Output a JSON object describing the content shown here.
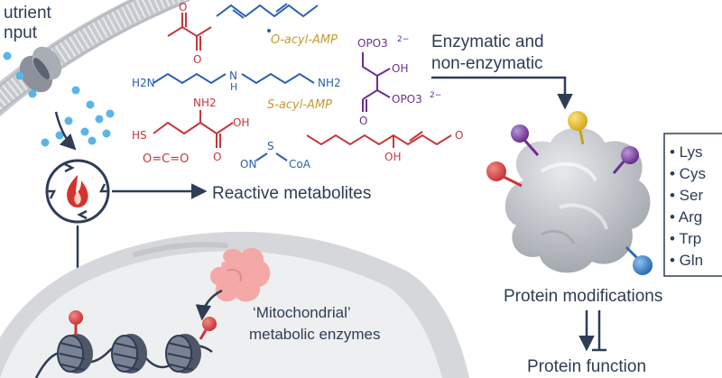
{
  "labels": {
    "nutrient_line1": "utrient",
    "nutrient_line2": "nput",
    "enzymatic_line1": "Enzymatic and",
    "enzymatic_line2": "non-enzymatic",
    "reactive_metabolites": "Reactive metabolites",
    "protein_modifications": "Protein modifications",
    "protein_function": "Protein function",
    "mito_enzymes_line1": "‘Mitochondrial’",
    "mito_enzymes_line2": "metabolic enzymes"
  },
  "chemistry": {
    "o_acyl_amp": "O-acyl-AMP",
    "s_acyl_amp": "S-acyl-AMP",
    "ketone_o": "O",
    "polyamine_h2n": "H2N",
    "polyamine_nh": "N",
    "polyamine_h": "H",
    "polyamine_nh2": "NH2",
    "cys_nh2": "NH2",
    "cys_sh": "HS",
    "cys_oh": "OH",
    "cys_o": "O",
    "co2": "O=C=O",
    "nitroso_on": "ON",
    "nitroso_s": "S",
    "nitroso_coa": "CoA",
    "phos_opo3_top": "OPO3",
    "phos_oh": "OH",
    "phos_o": "O",
    "phos_opo3_bottom": "OPO3",
    "phos_charge": "2−",
    "hne_oh": "OH",
    "hne_o": "O"
  },
  "residues": [
    "• Lys",
    "• Cys",
    "• Ser",
    "• Arg",
    "• Trp",
    "• Gln"
  ],
  "colors": {
    "navy": "#2e3d55",
    "red_chem": "#c8363a",
    "blue_chem": "#2a5fb0",
    "purple_chem": "#6a2f91",
    "gold_text": "#c79a2c",
    "protein_gray": "#b9bcc2",
    "nucleus_gray": "#d6d7da",
    "flame_red": "#d6332e",
    "dot_blue": "#5ab4e6",
    "pink_enzyme": "#f4a9a6"
  }
}
